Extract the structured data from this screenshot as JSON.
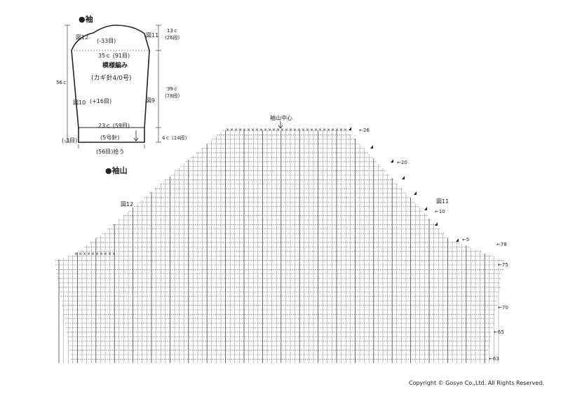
{
  "sleeve_diagram": {
    "title": "●袖",
    "top_dim": "13ｃ",
    "top_dim_rows": "(26段)",
    "mid_dim": "39ｃ",
    "mid_dim_rows": "(78段)",
    "bottom_dim": "4ｃ",
    "bottom_dim_rows": "(14段)",
    "height": "56ｃ",
    "top_stitches": "(-33目)",
    "width_top": "35ｃ (91目)",
    "pattern": "模様編み",
    "hook": "(カギ針4/0号)",
    "increase": "(+16目)",
    "width_bottom": "23ｃ (59目)",
    "cuff_needle": "(5号針)",
    "cuff_dec": "(-3目)",
    "cuff_pickup": "(56目)拾う",
    "fig9": "図9",
    "fig10": "図10",
    "fig11": "図11",
    "fig12": "図12"
  },
  "chart": {
    "title": "●袖山",
    "center_label": "袖山中心",
    "fig11": "図11",
    "fig12": "図12",
    "row_labels": [
      "26",
      "20",
      "10",
      "5",
      "78",
      "75",
      "70",
      "65",
      "63"
    ]
  },
  "footer": {
    "copyright": "Copyright © Gosyo Co.,Ltd. All Rights Reserved."
  },
  "colors": {
    "ink": "#222222",
    "grid": "#7a7a7a"
  }
}
